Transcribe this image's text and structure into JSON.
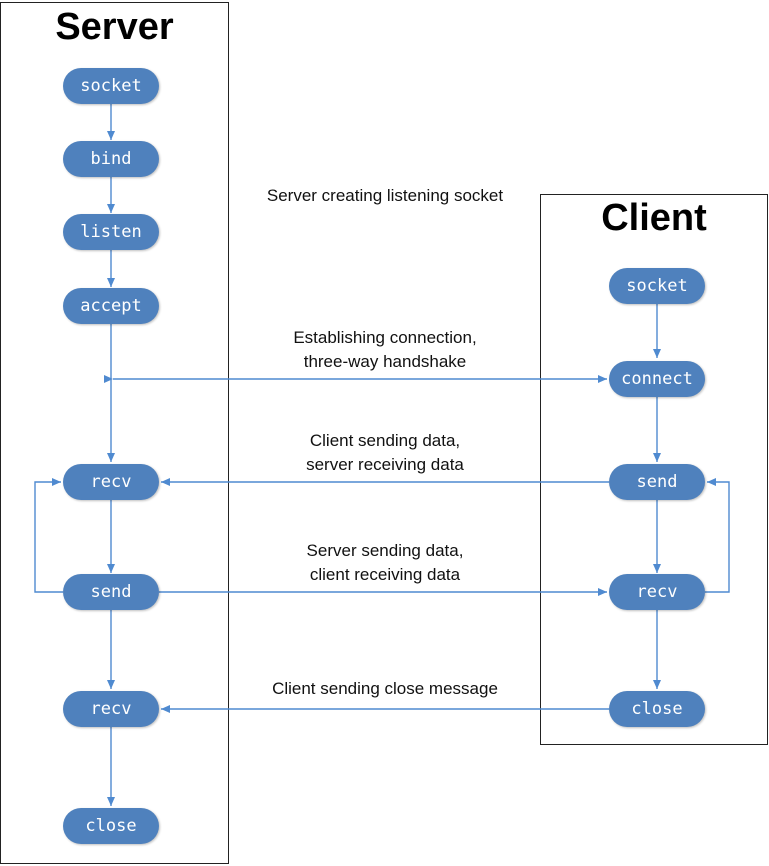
{
  "server": {
    "title": "Server",
    "nodes": [
      "socket",
      "bind",
      "listen",
      "accept",
      "recv",
      "send",
      "recv",
      "close"
    ]
  },
  "client": {
    "title": "Client",
    "nodes": [
      "socket",
      "connect",
      "send",
      "recv",
      "close"
    ]
  },
  "captions": {
    "listening": "Server creating listening socket",
    "handshake": [
      "Establishing connection,",
      "three-way handshake"
    ],
    "client_send": [
      "Client sending data,",
      "server receiving data"
    ],
    "server_send": [
      "Server sending data,",
      "client receiving data"
    ],
    "close_msg": "Client sending close message"
  },
  "colors": {
    "node_fill": "#4f81bd",
    "arrow": "#4f8ad0",
    "panel_border": "#222222"
  }
}
